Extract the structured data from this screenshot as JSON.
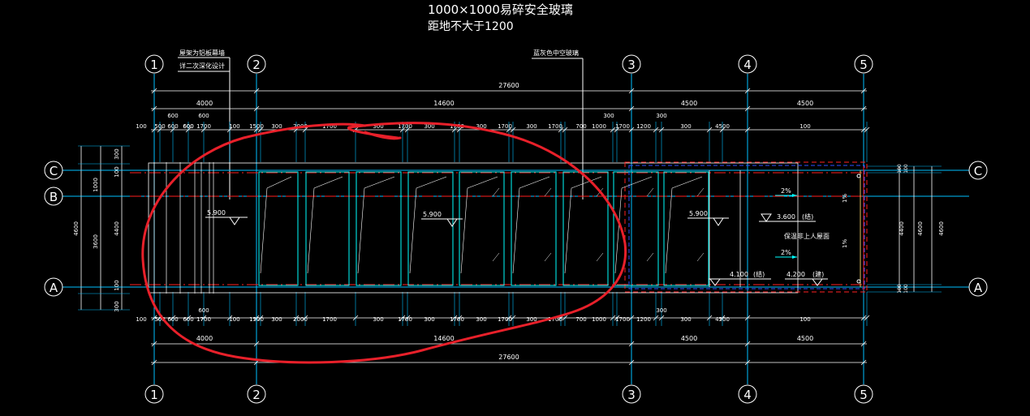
{
  "title": {
    "line1": "1000×1000易碎安全玻璃",
    "line2": "距地不大于1200"
  },
  "notes": {
    "left_line1": "屋架为铝板幕墙",
    "left_line2": "详二次深化设计",
    "right": "蓝灰色中空玻璃"
  },
  "axes": {
    "vertical": [
      "1",
      "2",
      "3",
      "4",
      "5"
    ],
    "horizontal": [
      "C",
      "B",
      "A"
    ]
  },
  "dims": {
    "total": "27600",
    "segments": [
      "4000",
      "14600",
      "4500",
      "4500"
    ],
    "top_row_a": [
      "600",
      "600",
      "600",
      "300",
      "300"
    ],
    "top_row_b": [
      "100",
      "500",
      "600",
      "600",
      "1700",
      "100",
      "1500",
      "300",
      "2000",
      "1700",
      "300",
      "1700",
      "300",
      "1700",
      "300",
      "1700",
      "300",
      "1700",
      "700",
      "1000",
      "1700",
      "1200",
      "300",
      "4500",
      "100"
    ],
    "bottom_row_a": [
      "600",
      "300"
    ],
    "bottom_row_b": [
      "100",
      "500",
      "600",
      "600",
      "1700",
      "100",
      "1500",
      "300",
      "2000",
      "1700",
      "300",
      "1700",
      "300",
      "1700",
      "300",
      "1700",
      "300",
      "1700",
      "700",
      "1000",
      "1700",
      "1200",
      "300",
      "4500",
      "100"
    ],
    "left_outer": "4600",
    "left_inner": [
      "300",
      "1000",
      "3600",
      "300"
    ],
    "left_mid": "4400",
    "left_small": [
      "100",
      "100"
    ],
    "right": [
      "4400",
      "4600",
      "4600"
    ],
    "right_small": [
      "100",
      "100",
      "100",
      "100"
    ]
  },
  "levels": {
    "left": "5.900",
    "mid": "5.900",
    "right": "5.900",
    "roof": "3.600",
    "roof_suffix": "(结)",
    "l4100": "4.100",
    "l4100_suffix": "(结)",
    "l4200": "4.200",
    "l4200_suffix": "(建)"
  },
  "roof_text": {
    "slope1": "2%",
    "slope2": "2%",
    "slope3": "1%",
    "slope4": "1%",
    "label": "保温非上人屋面"
  },
  "colors": {
    "background": "#000000",
    "dimension": "#ffffff",
    "grid": "#00bfff",
    "glass": "#00ffff",
    "redline": "#ff2020",
    "markup": "#e8202a",
    "blue": "#3050ff",
    "yellow": "#e0c060"
  }
}
